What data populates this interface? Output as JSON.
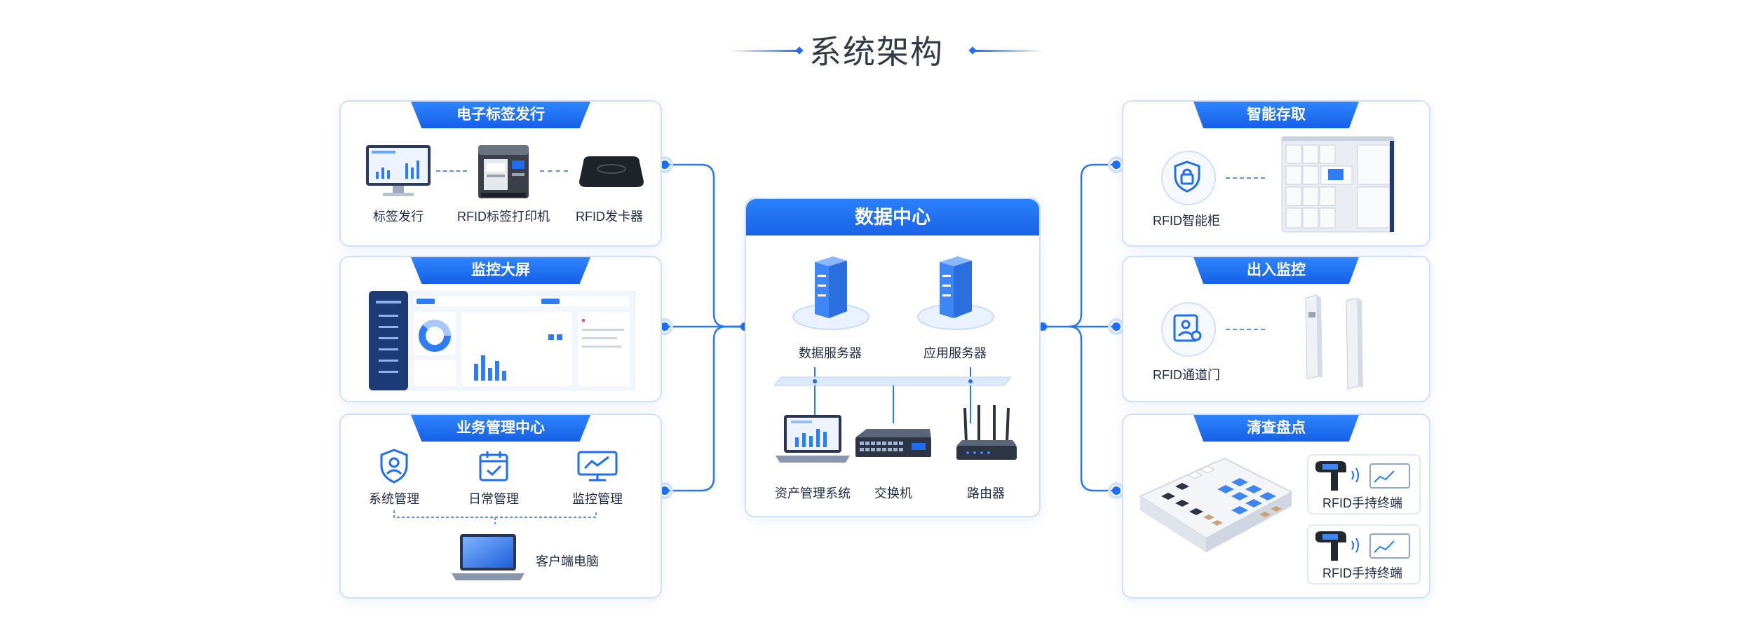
{
  "title": "系统架构",
  "colors": {
    "accent": "#1f6ef0",
    "panel_border": "#cfe0fb",
    "server_blue": "#3f86f5"
  },
  "left_panels": {
    "issuance": {
      "title": "电子标签发行",
      "items": [
        {
          "label": "标签发行",
          "icon": "monitor-icon"
        },
        {
          "label": "RFID标签打印机",
          "icon": "label-printer-icon"
        },
        {
          "label": "RFID发卡器",
          "icon": "card-reader-icon"
        }
      ]
    },
    "monitor_screen": {
      "title": "监控大屏",
      "icon": "dashboard-screenshot-icon"
    },
    "business": {
      "title": "业务管理中心",
      "items": [
        {
          "label": "系统管理",
          "icon": "shield-user-icon"
        },
        {
          "label": "日常管理",
          "icon": "calendar-check-icon"
        },
        {
          "label": "监控管理",
          "icon": "monitor-chart-icon"
        }
      ],
      "client": {
        "label": "客户端电脑",
        "icon": "laptop-icon"
      }
    }
  },
  "data_center": {
    "title": "数据中心",
    "servers": [
      {
        "label": "数据服务器",
        "icon": "server-icon"
      },
      {
        "label": "应用服务器",
        "icon": "server-icon"
      }
    ],
    "devices": [
      {
        "label": "资产管理系统",
        "icon": "laptop-chart-icon"
      },
      {
        "label": "交换机",
        "icon": "network-switch-icon"
      },
      {
        "label": "路由器",
        "icon": "router-icon"
      }
    ]
  },
  "right_panels": {
    "storage": {
      "title": "智能存取",
      "item": {
        "label": "RFID智能柜",
        "icon": "shield-lock-icon"
      },
      "device": "smart-cabinet-icon"
    },
    "access": {
      "title": "出入监控",
      "item": {
        "label": "RFID通道门",
        "icon": "badge-person-icon"
      },
      "device": "gate-pillars-icon"
    },
    "inventory": {
      "title": "清查盘点",
      "terminals": [
        {
          "label": "RFID手持终端",
          "icon": "handheld-terminal-icon"
        },
        {
          "label": "RFID手持终端",
          "icon": "handheld-terminal-icon"
        }
      ],
      "floorplan": "warehouse-isometric-icon"
    }
  }
}
